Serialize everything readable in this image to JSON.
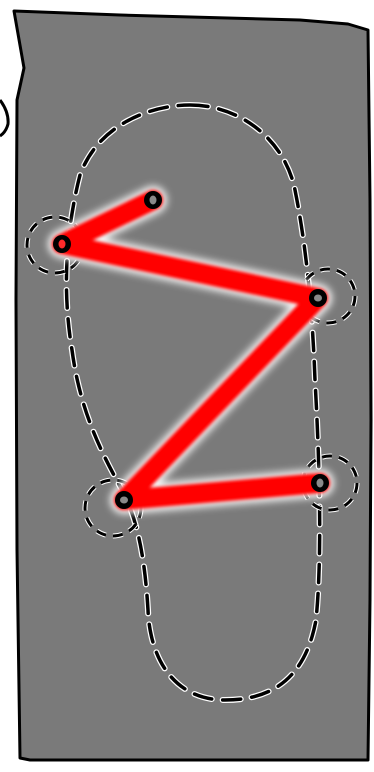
{
  "colors": {
    "page": "#ffffff",
    "board": "#7a7a7a",
    "outline": "#000000",
    "path_main": "#ff0000",
    "path_glow": "#ffffff",
    "dash_inner": "#ffffff"
  },
  "diagram": {
    "node_count": 5,
    "segment_count": 4,
    "dashed_rings": 4,
    "dashed_loop": 1
  }
}
